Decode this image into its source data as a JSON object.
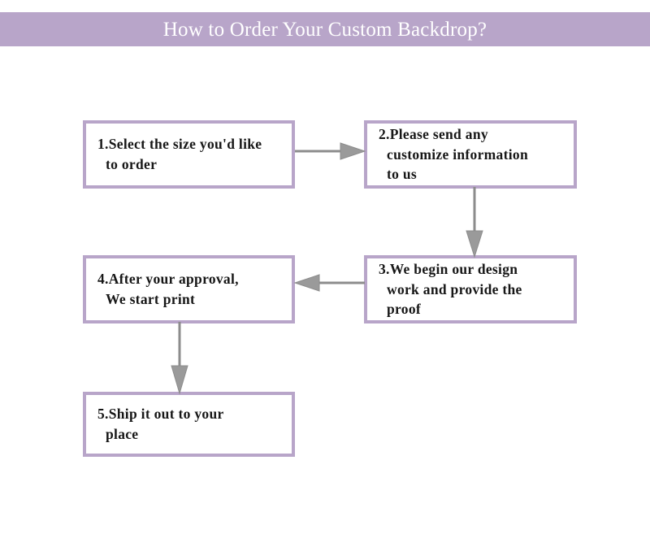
{
  "banner": {
    "title": "How to Order Your Custom Backdrop?",
    "background_color": "#b8a5c9",
    "text_color": "#ffffff"
  },
  "page": {
    "background_color": "#ffffff",
    "box_border_color": "#b8a5c9",
    "box_fill_color": "#ffffff",
    "arrow_color": "#8c8c8c",
    "text_color": "#171717"
  },
  "flowchart": {
    "steps": [
      {
        "number": "1",
        "text": "1.Select the size you'd like\nto order",
        "icon": "process-box-icon"
      },
      {
        "number": "2",
        "text": "2.Please send any\ncustomize information\nto us",
        "icon": "process-box-icon"
      },
      {
        "number": "3",
        "text": "3.We begin our design\nwork and provide the\nproof",
        "icon": "process-box-icon"
      },
      {
        "number": "4",
        "text": "4.After your approval,\nWe start print",
        "icon": "process-box-icon"
      },
      {
        "number": "5",
        "text": "5.Ship it out to your\nplace",
        "icon": "process-box-icon"
      }
    ],
    "connectors": [
      {
        "from": "1",
        "to": "2",
        "direction": "right",
        "icon": "arrow-right-icon"
      },
      {
        "from": "2",
        "to": "3",
        "direction": "down",
        "icon": "arrow-down-icon"
      },
      {
        "from": "3",
        "to": "4",
        "direction": "left",
        "icon": "arrow-left-icon"
      },
      {
        "from": "4",
        "to": "5",
        "direction": "down",
        "icon": "arrow-down-icon"
      }
    ]
  }
}
